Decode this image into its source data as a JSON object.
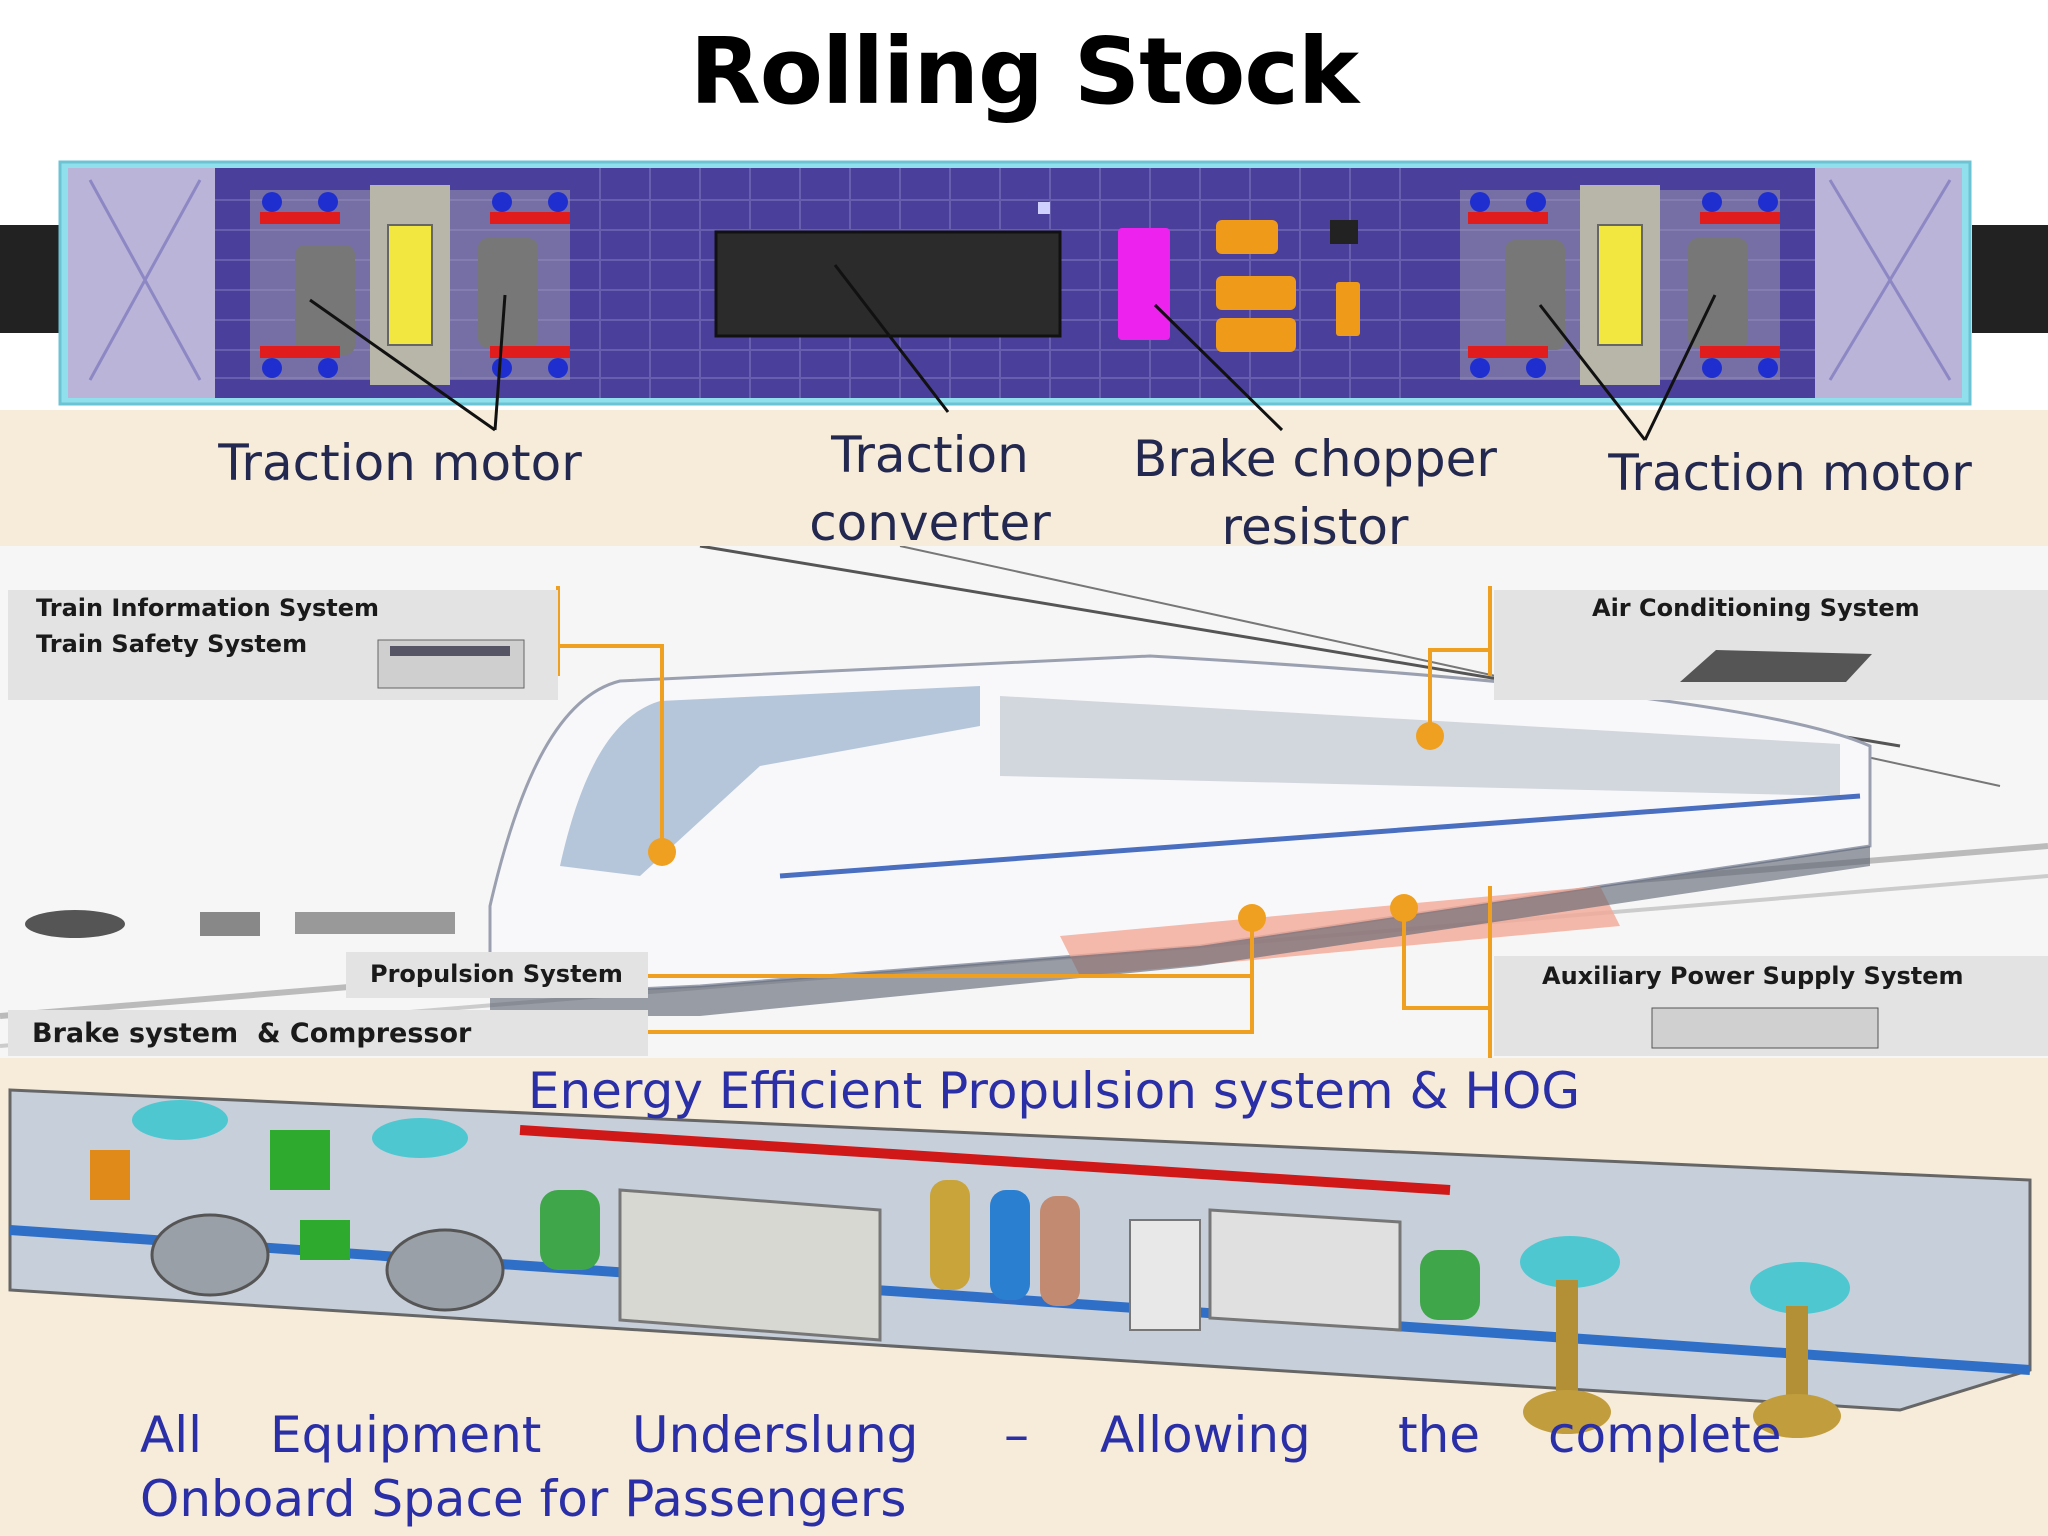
{
  "title": "Rolling Stock",
  "underframe": {
    "labels": {
      "traction_motor_left": "Traction motor",
      "traction_converter_line1": "Traction",
      "traction_converter_line2": "converter",
      "brake_chopper_line1": "Brake chopper",
      "brake_chopper_line2": "resistor",
      "traction_motor_right": "Traction motor"
    },
    "colors": {
      "frame": "#4a3f9a",
      "converter": "#2b2b2b",
      "resistor": "#ee22ee",
      "motor": "#777777",
      "bogie_center": "#f2e640"
    }
  },
  "train_systems": {
    "train_info": "Train Information System",
    "train_safety": "Train Safety System",
    "air_conditioning": "Air Conditioning System",
    "propulsion": "Propulsion System",
    "brake": "Brake system  & Compressor",
    "aux_power": "Auxiliary Power Supply System",
    "colors": {
      "callout": "#f0a020"
    }
  },
  "equipment": {
    "heading": "Energy Efficient Propulsion system & HOG",
    "footer_words": [
      "All",
      "Equipment",
      "Underslung",
      "–",
      "Allowing",
      "the",
      "complete"
    ],
    "footer_line2": "Onboard Space for Passengers"
  }
}
